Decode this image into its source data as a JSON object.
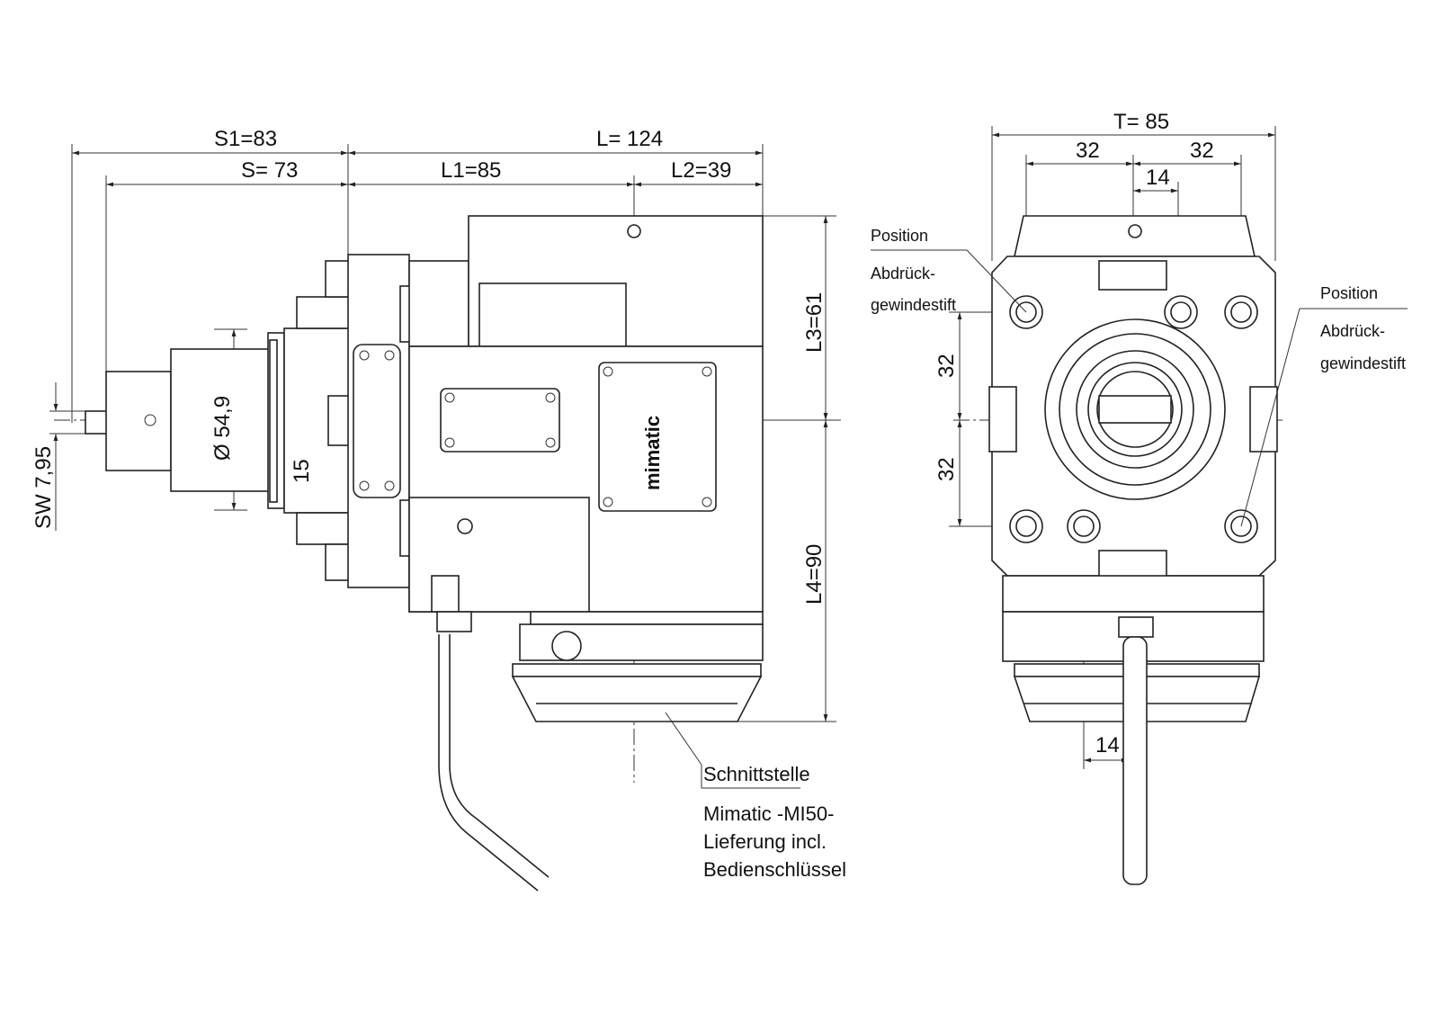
{
  "side_view": {
    "dims": {
      "s1": "S1=83",
      "l": "L= 124",
      "s": "S= 73",
      "l1": "L1=85",
      "l2": "L2=39",
      "l3": "L3=61",
      "l4": "L4=90",
      "diameter": "Ø 54,9",
      "d15": "15",
      "sw": "SW 7,95"
    },
    "logo": "mimatic",
    "interface_note": {
      "title": "Schnittstelle",
      "lines": [
        "Mimatic -MI50-",
        "Lieferung incl.",
        "Bedienschlüssel"
      ]
    }
  },
  "front_view": {
    "dims": {
      "t": "T= 85",
      "top_32_left": "32",
      "top_32_right": "32",
      "top_14": "14",
      "left_32_upper": "32",
      "left_32_lower": "32",
      "bottom_14": "14"
    },
    "left_note": [
      "Position",
      "Abdrück-",
      "gewindestift"
    ],
    "right_note": [
      "Position",
      "Abdrück-",
      "gewindestift"
    ]
  }
}
